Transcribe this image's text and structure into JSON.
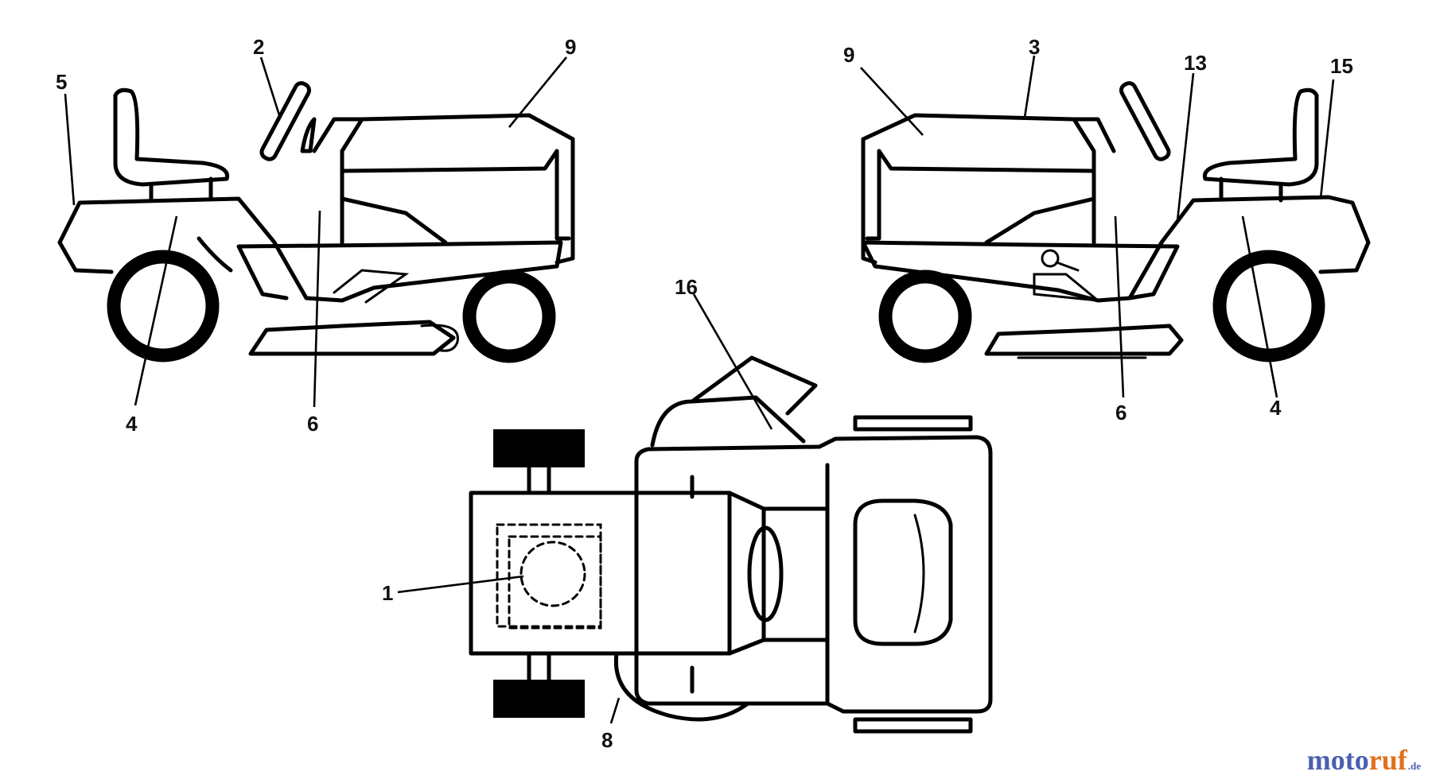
{
  "callouts": {
    "c1": "1",
    "c2": "2",
    "c3": "3",
    "c4a": "4",
    "c4b": "4",
    "c5": "5",
    "c6a": "6",
    "c6b": "6",
    "c8": "8",
    "c9a": "9",
    "c9b": "9",
    "c13": "13",
    "c15": "15",
    "c16": "16"
  },
  "watermark": {
    "part1": "moto",
    "part2": "ruf",
    "tld": ".de"
  }
}
